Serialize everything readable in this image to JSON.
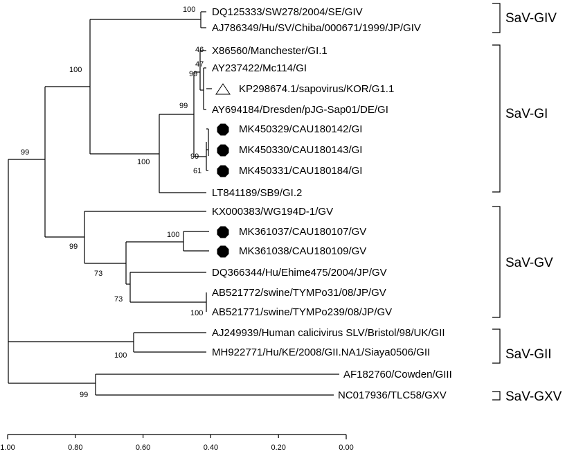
{
  "taxa": [
    "DQ125333/SW278/2004/SE/GIV",
    "AJ786349/Hu/SV/Chiba/000671/1999/JP/GIV",
    "X86560/Manchester/GI.1",
    "AY237422/Mc114/GI",
    "KP298674.1/sapovirus/KOR/G1.1",
    "AY694184/Dresden/pJG-Sap01/DE/GI",
    "MK450329/CAU180142/GI",
    "MK450330/CAU180143/GI",
    "MK450331/CAU180184/GI",
    "LT841189/SB9/GI.2",
    "KX000383/WG194D-1/GV",
    "MK361037/CAU180107/GV",
    "MK361038/CAU180109/GV",
    "DQ366344/Hu/Ehime475/2004/JP/GV",
    "AB521772/swine/TYMPo31/08/JP/GV",
    "AB521771/swine/TYMPo239/08/JP/GV",
    "AJ249939/Human calicivirus SLV/Bristol/98/UK/GII",
    "MH922771/Hu/KE/2008/GII.NA1/Siaya0506/GII",
    "AF182760/Cowden/GIII",
    "NC017936/TLC58/GXV"
  ],
  "bootstrap": {
    "b_giv": "100",
    "b_x86": "46",
    "b_ay237": "47",
    "b_kp": "99",
    "b_gi_inner": "99",
    "b_giv_gi": "100",
    "b_mk450a": "99",
    "b_mk450b": "61",
    "b_gi_all": "100",
    "b_root_top": "99",
    "b_mk361": "100",
    "b_gv_all": "99",
    "b_gv_inner": "73",
    "b_gv_inner2": "73",
    "b_ab521": "100",
    "b_gii": "100",
    "b_giii_gxv": "99"
  },
  "clades": {
    "giv": "SaV-GIV",
    "gi": "SaV-GI",
    "gv": "SaV-GV",
    "gii": "SaV-GII",
    "gxv": "SaV-GXV"
  },
  "scale": {
    "ticks": [
      "1.00",
      "0.80",
      "0.60",
      "0.40",
      "0.20",
      "0.00"
    ]
  }
}
